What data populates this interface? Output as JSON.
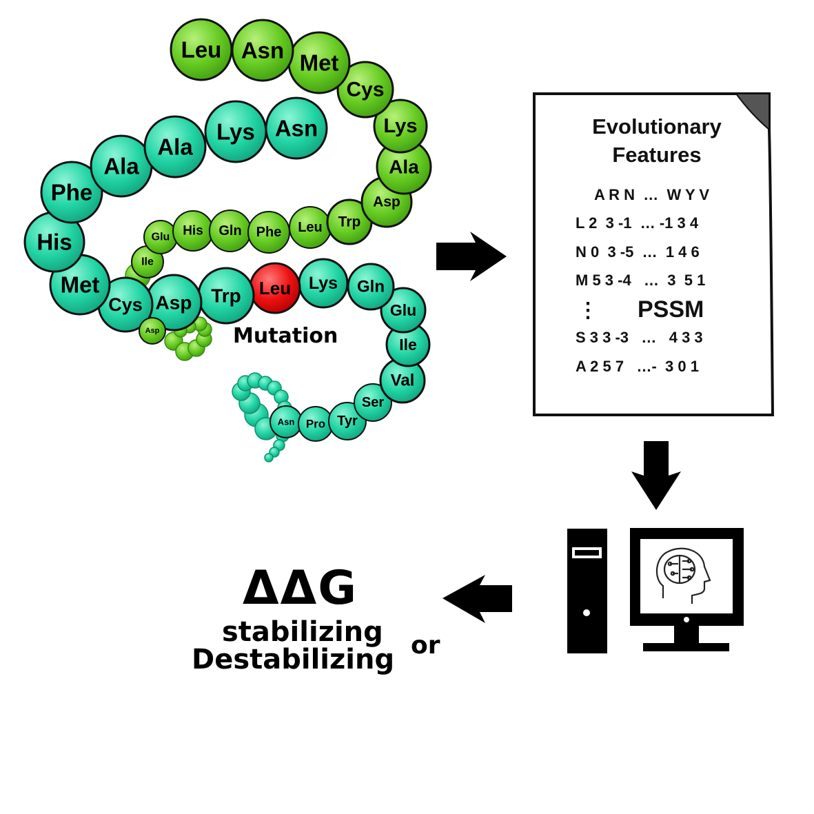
{
  "colors": {
    "green": "#66cc22",
    "teal": "#22d4a4",
    "mutation": "#ee1111",
    "outline": "#111111"
  },
  "chain": {
    "mutation_label": "Mutation",
    "beads": [
      {
        "label": "Leu",
        "color": "green"
      },
      {
        "label": "Asn",
        "color": "green"
      },
      {
        "label": "Met",
        "color": "green"
      },
      {
        "label": "Cys",
        "color": "green"
      },
      {
        "label": "Lys",
        "color": "green"
      },
      {
        "label": "Ala",
        "color": "green"
      },
      {
        "label": "Asp",
        "color": "green"
      },
      {
        "label": "Trp",
        "color": "green"
      },
      {
        "label": "Leu",
        "color": "green"
      },
      {
        "label": "Phe",
        "color": "green"
      },
      {
        "label": "Gln",
        "color": "green"
      },
      {
        "label": "His",
        "color": "green"
      },
      {
        "label": "Glu",
        "color": "green"
      },
      {
        "label": "Ile",
        "color": "green"
      },
      {
        "label": "Asp",
        "color": "green"
      },
      {
        "label": "Asn",
        "color": "teal"
      },
      {
        "label": "Lys",
        "color": "teal"
      },
      {
        "label": "Ala",
        "color": "teal"
      },
      {
        "label": "Ala",
        "color": "teal"
      },
      {
        "label": "Phe",
        "color": "teal"
      },
      {
        "label": "His",
        "color": "teal"
      },
      {
        "label": "Met",
        "color": "teal"
      },
      {
        "label": "Cys",
        "color": "teal"
      },
      {
        "label": "Asp",
        "color": "teal"
      },
      {
        "label": "Trp",
        "color": "teal"
      },
      {
        "label": "Leu",
        "color": "mutation"
      },
      {
        "label": "Lys",
        "color": "teal"
      },
      {
        "label": "Gln",
        "color": "teal"
      },
      {
        "label": "Glu",
        "color": "teal"
      },
      {
        "label": "Ile",
        "color": "teal"
      },
      {
        "label": "Val",
        "color": "teal"
      },
      {
        "label": "Ser",
        "color": "teal"
      },
      {
        "label": "Tyr",
        "color": "teal"
      },
      {
        "label": "Pro",
        "color": "teal"
      },
      {
        "label": "Asn",
        "color": "teal"
      }
    ]
  },
  "pssm": {
    "title_line1": "Evolutionary",
    "title_line2": "Features",
    "header": "A R N  …  W Y V",
    "rows": [
      "L 2  3 -1  … -1 3 4",
      "N 0  3 -5  …  1 4 6",
      "M 5 3 -4   …  3  5 1"
    ],
    "vdots": "⋮",
    "center_label": "PSSM",
    "rows_after": [
      "S 3 3 -3   …   4 3 3",
      "A 2 5 7   …-  3 0 1"
    ]
  },
  "computer": {
    "tower_icon": "computer-tower-icon",
    "monitor_icon": "monitor-icon",
    "brain_icon": "ai-brain-head-icon"
  },
  "result": {
    "ddg": "ΔΔG",
    "stabilizing": "stabilizing",
    "destabilizing": "Destabilizing",
    "or": "or"
  }
}
